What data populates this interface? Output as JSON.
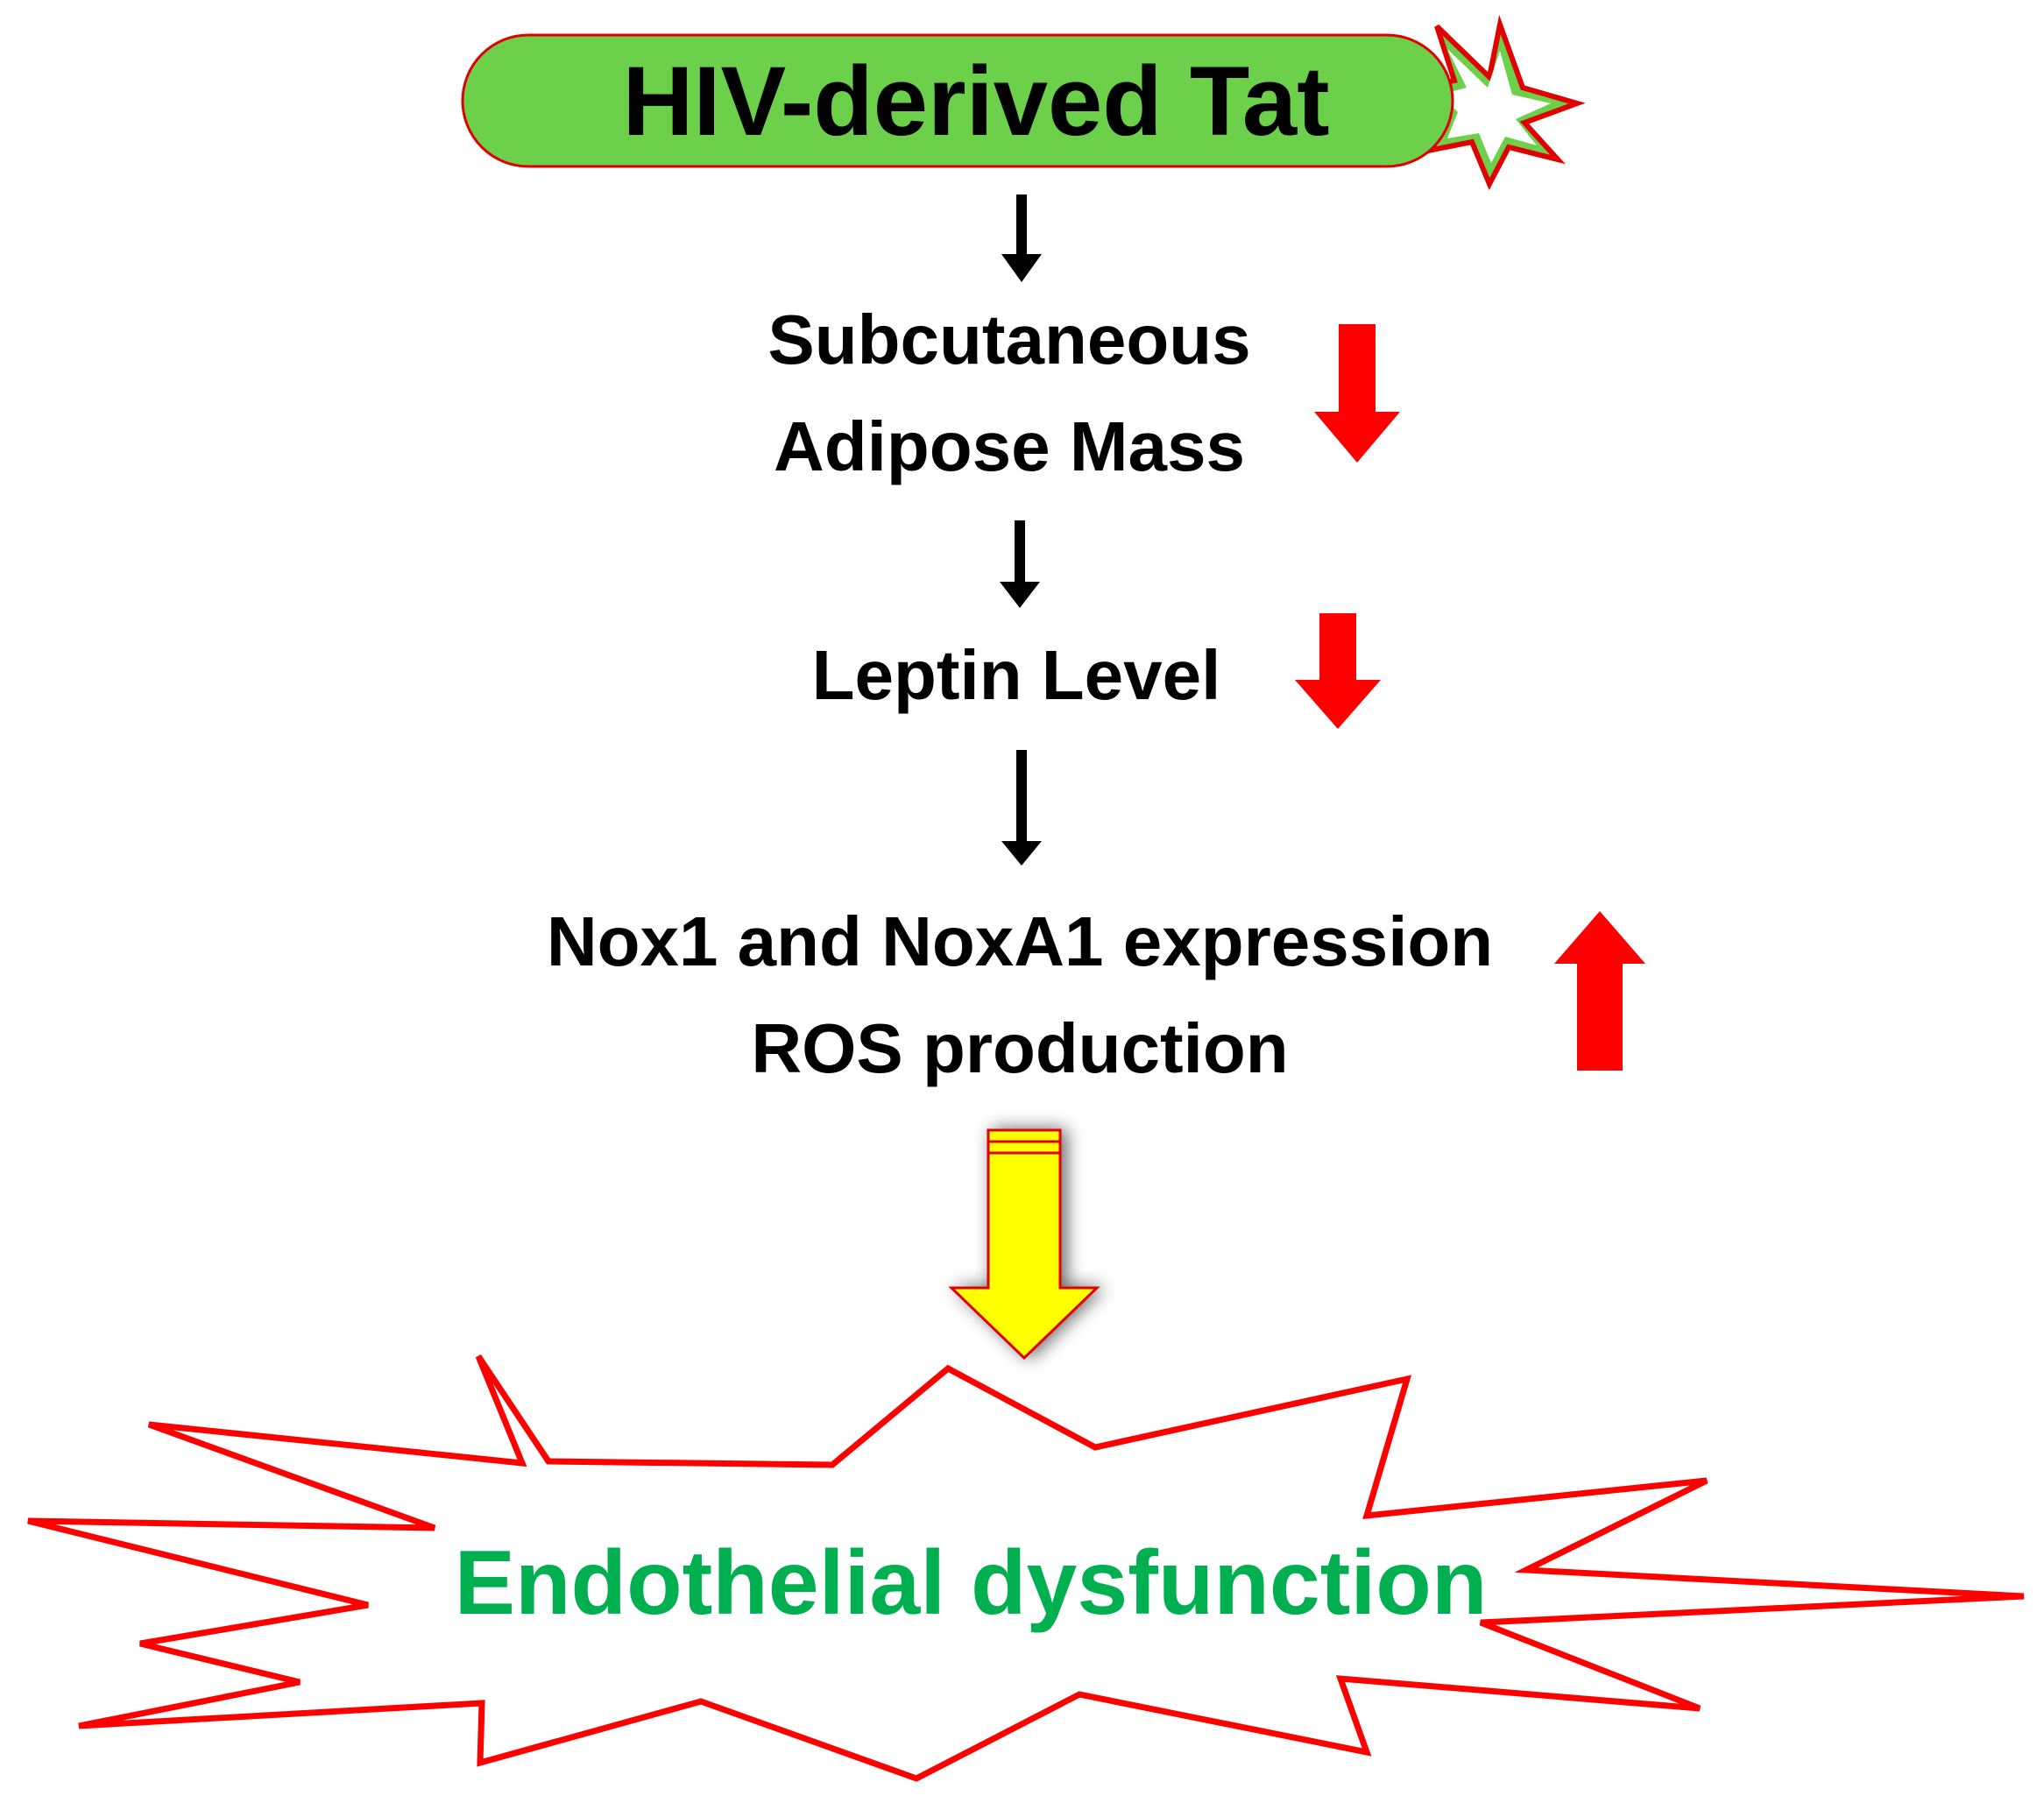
{
  "colors": {
    "pill_fill": "#6cd04a",
    "pill_stroke": "#e00000",
    "star_stroke": "#e00000",
    "star_inner": "#6cd04a",
    "down_red": "#ff0000",
    "up_red": "#ff0000",
    "black_arrow": "#000000",
    "yellow_arrow": "#ffff00",
    "yellow_arrow_stroke": "#e00000",
    "burst_stroke": "#ff0000",
    "outcome_text": "#00b050",
    "text": "#000000"
  },
  "nodes": {
    "source": "HIV-derived Tat",
    "adipose_line1": "Subcutaneous",
    "adipose_line2": "Adipose Mass",
    "leptin": "Leptin Level",
    "nox_line1": "Nox1 and NoxA1 expression",
    "nox_line2": "ROS production",
    "outcome": "Endothelial dysfunction"
  },
  "changes": {
    "adipose": "decrease",
    "leptin": "decrease",
    "nox_ros": "increase"
  },
  "icons": {
    "source_burst": "starburst-icon",
    "down": "red-down-arrow-icon",
    "up": "red-up-arrow-icon",
    "flow": "black-down-arrow-icon",
    "outcome_arrow": "yellow-down-arrow-icon",
    "outcome_burst": "explosion-burst-icon"
  }
}
